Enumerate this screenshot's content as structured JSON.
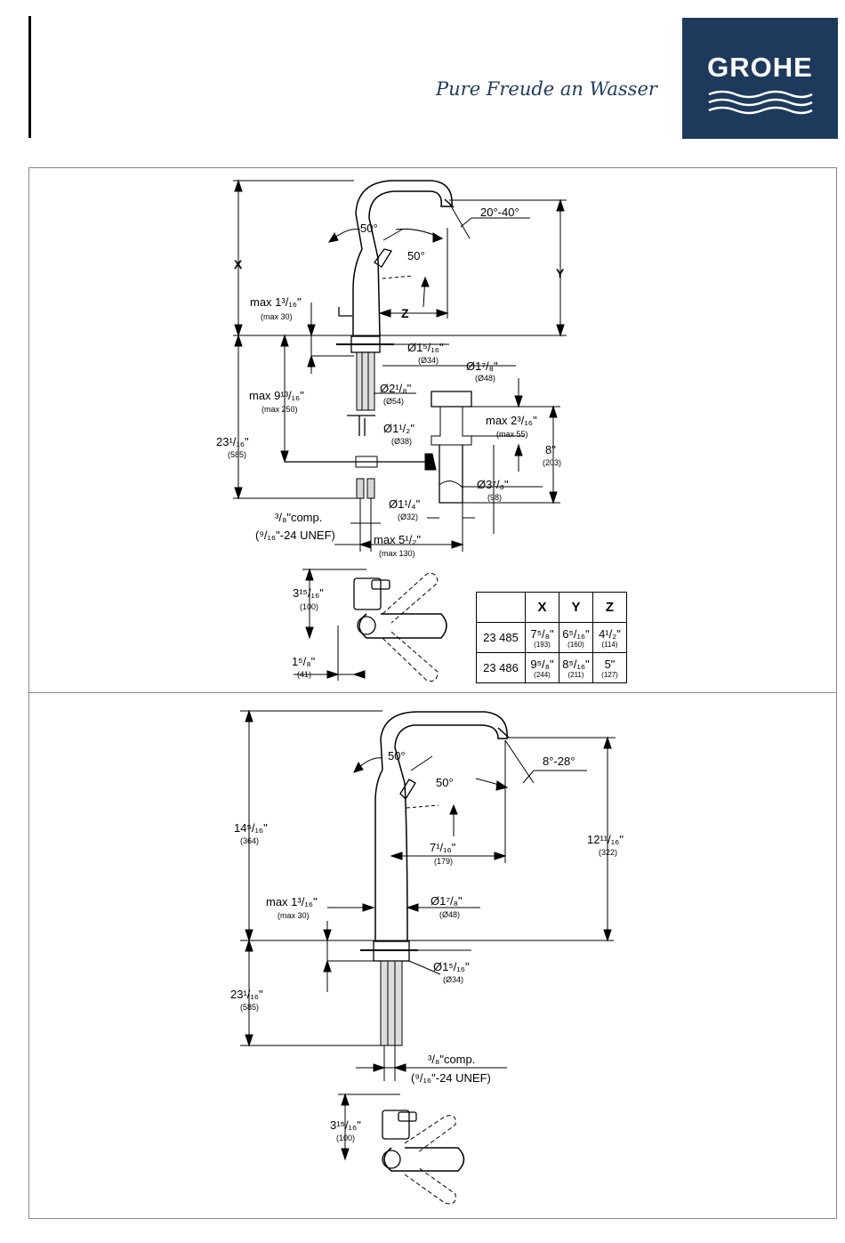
{
  "header": {
    "brand": "GROHE",
    "slogan": "Pure Freude an Wasser"
  },
  "top_drawing": {
    "spout_angle": "50°",
    "lever_angle": "50°",
    "spout_tilt": "20°-40°",
    "label_x": "X",
    "label_y": "Y",
    "label_z": "Z",
    "deck_thickness": "max 1³/₁₆\"",
    "deck_thickness_mm": "(max 30)",
    "hole_dia": "Ø1⁵/₁₆\"",
    "hole_dia_mm": "(Ø34)",
    "base_dia": "Ø1⁷/₈\"",
    "base_dia_mm": "(Ø48)",
    "flange_dia": "Ø2¹/₈\"",
    "flange_dia_mm": "(Ø54)",
    "rod_len": "max 9¹³/₁₆\"",
    "rod_len_mm": "(max 250)",
    "total_len": "23¹/₁₆\"",
    "total_len_mm": "(585)",
    "waste_dia": "Ø1¹/₂\"",
    "waste_dia_mm": "(Ø38)",
    "waste_max": "max 2³/₁₆\"",
    "waste_max_mm": "(max 55)",
    "trap_height": "8\"",
    "trap_height_mm": "(203)",
    "tail_dia": "Ø3⁷/₈\"",
    "tail_dia_mm": "(98)",
    "tail_pipe": "Ø1¹/₄\"",
    "tail_pipe_mm": "(Ø32)",
    "conn_1": "³/₈\"comp.",
    "conn_2": "(⁹/₁₆\"-24 UNEF)",
    "max_width": "max 5¹/₂\"",
    "max_width_mm": "(max 130)",
    "plan_depth": "3¹⁵/₁₆\"",
    "plan_depth_mm": "(100)",
    "plan_offset": "1⁵/₈\"",
    "plan_offset_mm": "(41)"
  },
  "spec_table": {
    "headers": [
      "",
      "X",
      "Y",
      "Z"
    ],
    "rows": [
      {
        "model": "23 485",
        "x": "7⁵/₈\"",
        "x_mm": "(193)",
        "y": "6⁵/₁₆\"",
        "y_mm": "(160)",
        "z": "4¹/₂\"",
        "z_mm": "(114)"
      },
      {
        "model": "23 486",
        "x": "9⁵/₈\"",
        "x_mm": "(244)",
        "y": "8⁵/₁₆\"",
        "y_mm": "(211)",
        "z": "5\"",
        "z_mm": "(127)"
      }
    ]
  },
  "bottom_drawing": {
    "spout_angle": "50°",
    "lever_angle": "50°",
    "spout_tilt": "8°-28°",
    "height": "14⁵/₁₆\"",
    "height_mm": "(364)",
    "outlet_height": "12¹¹/₁₆\"",
    "outlet_height_mm": "(322)",
    "reach": "7¹/₁₆\"",
    "reach_mm": "(179)",
    "deck_thickness": "max 1³/₁₆\"",
    "deck_thickness_mm": "(max 30)",
    "base_dia": "Ø1⁷/₈\"",
    "base_dia_mm": "(Ø48)",
    "hole_dia": "Ø1⁵/₁₆\"",
    "hole_dia_mm": "(Ø34)",
    "hose_len": "23¹/₁₆\"",
    "hose_len_mm": "(585)",
    "conn_1": "³/₈\"comp.",
    "conn_2": "(⁹/₁₆\"-24 UNEF)",
    "plan_depth": "3¹⁵/₁₆\"",
    "plan_depth_mm": "(100)"
  },
  "colors": {
    "brand_blue": "#1d3a5c",
    "frame_grey": "#888888"
  }
}
